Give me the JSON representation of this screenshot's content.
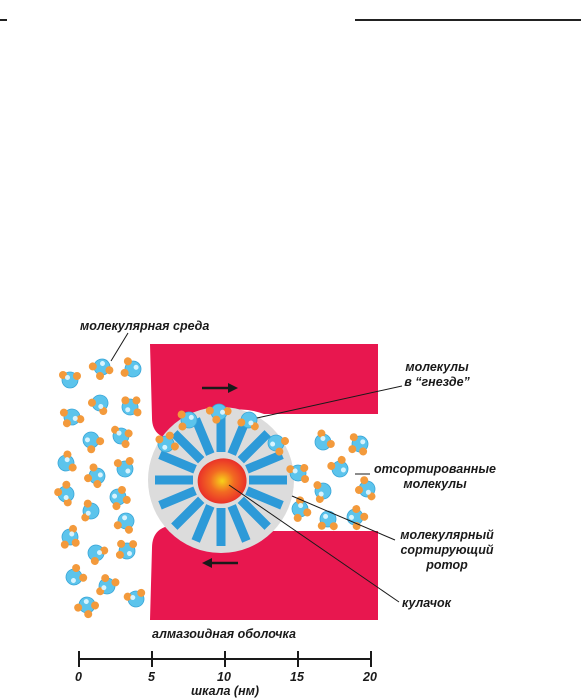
{
  "labels": {
    "medium": "молекулярная среда",
    "nest_line1": "молекулы",
    "nest_line2": "в “гнезде”",
    "sorted_line1": "отсортированные",
    "sorted_line2": "молекулы",
    "rotor_line1": "молекулярный",
    "rotor_line2": "сортирующий",
    "rotor_line3": "ротор",
    "cam": "кулачок",
    "shell": "алмазоидная оболочка"
  },
  "scale": {
    "ticks": [
      "0",
      "5",
      "10",
      "15",
      "20"
    ],
    "label": "шкала (нм)"
  },
  "colors": {
    "casing": "#e8174f",
    "rotor_disk": "#dcdcdc",
    "rotor_blade": "#2d9ad8",
    "cam": "#ef3b24",
    "molecule_core": "#5cc4ec",
    "molecule_atom": "#f39a3c"
  }
}
